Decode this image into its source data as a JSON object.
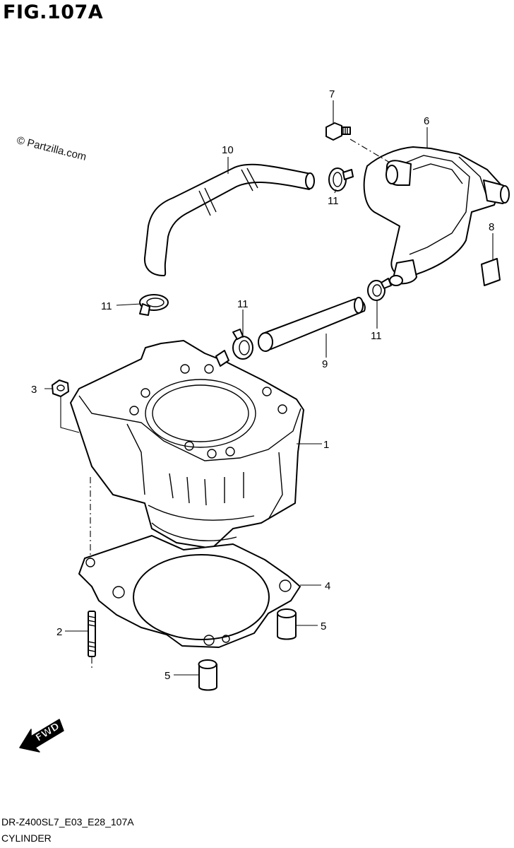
{
  "figure": {
    "title": "FIG.107A",
    "watermark": "© Partzilla.com",
    "code": "DR-Z400SL7_E03_E28_107A",
    "name": "CYLINDER",
    "direction_label": "FWD"
  },
  "callouts": [
    {
      "id": "c1",
      "label": "1"
    },
    {
      "id": "c2",
      "label": "2"
    },
    {
      "id": "c3",
      "label": "3"
    },
    {
      "id": "c4",
      "label": "4"
    },
    {
      "id": "c5a",
      "label": "5"
    },
    {
      "id": "c5b",
      "label": "5"
    },
    {
      "id": "c6",
      "label": "6"
    },
    {
      "id": "c7",
      "label": "7"
    },
    {
      "id": "c8",
      "label": "8"
    },
    {
      "id": "c9",
      "label": "9"
    },
    {
      "id": "c10",
      "label": "10"
    },
    {
      "id": "c11a",
      "label": "11"
    },
    {
      "id": "c11b",
      "label": "11"
    },
    {
      "id": "c11c",
      "label": "11"
    },
    {
      "id": "c11d",
      "label": "11"
    }
  ]
}
